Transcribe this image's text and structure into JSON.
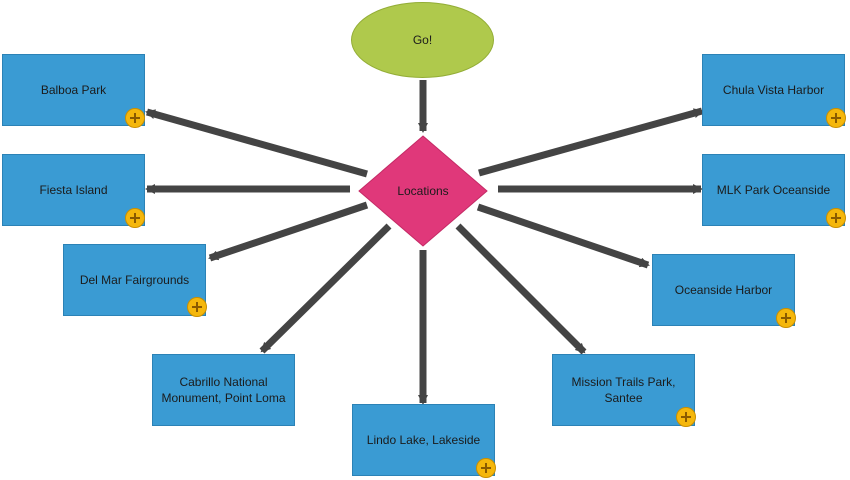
{
  "diagram": {
    "start": {
      "label": "Go!"
    },
    "center": {
      "label": "Locations"
    },
    "locations": [
      {
        "label": "Balboa Park"
      },
      {
        "label": "Fiesta Island"
      },
      {
        "label": "Del Mar Fairgrounds"
      },
      {
        "label": "Cabrillo National Monument, Point Loma"
      },
      {
        "label": "Lindo Lake, Lakeside"
      },
      {
        "label": "Mission Trails Park, Santee"
      },
      {
        "label": "Oceanside Harbor"
      },
      {
        "label": "MLK Park Oceanside"
      },
      {
        "label": "Chula Vista Harbor"
      }
    ],
    "colors": {
      "start_fill": "#afc94c",
      "decision_fill": "#e0387a",
      "node_fill": "#3a9bd3",
      "connector": "#444444",
      "add_badge": "#f5b70c"
    },
    "icons": {
      "add": "plus-circle-icon"
    }
  }
}
